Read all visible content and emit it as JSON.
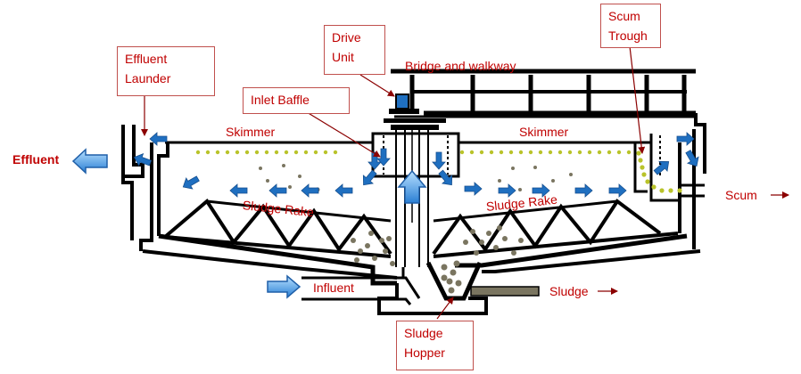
{
  "labels": {
    "effluent": "Effluent",
    "effluent_launder_line1": "Effluent",
    "effluent_launder_line2": "Launder",
    "drive_unit_line1": "Drive",
    "drive_unit_line2": "Unit",
    "bridge": "Bridge and walkway",
    "scum_trough_line1": "Scum",
    "scum_trough_line2": "Trough",
    "inlet_baffle": "Inlet Baffle",
    "skimmer_left": "Skimmer",
    "skimmer_right": "Skimmer",
    "sludge_rake_left": "Sludge Rake",
    "sludge_rake_right": "Sludge Rake",
    "scum": "Scum",
    "influent": "Influent",
    "sludge": "Sludge",
    "sludge_hopper_line1": "Sludge",
    "sludge_hopper_line2": "Hopper"
  },
  "colors": {
    "label_text": "#c00000",
    "box_border": "#c0504d",
    "flow_arrow": "#1f6fc0",
    "flow_arrow_light": "#9cd0f5",
    "structure": "#000000",
    "scum_dots": "#b9c32a",
    "sludge_dots": "#7a7560",
    "pointer": "#8b0000"
  }
}
